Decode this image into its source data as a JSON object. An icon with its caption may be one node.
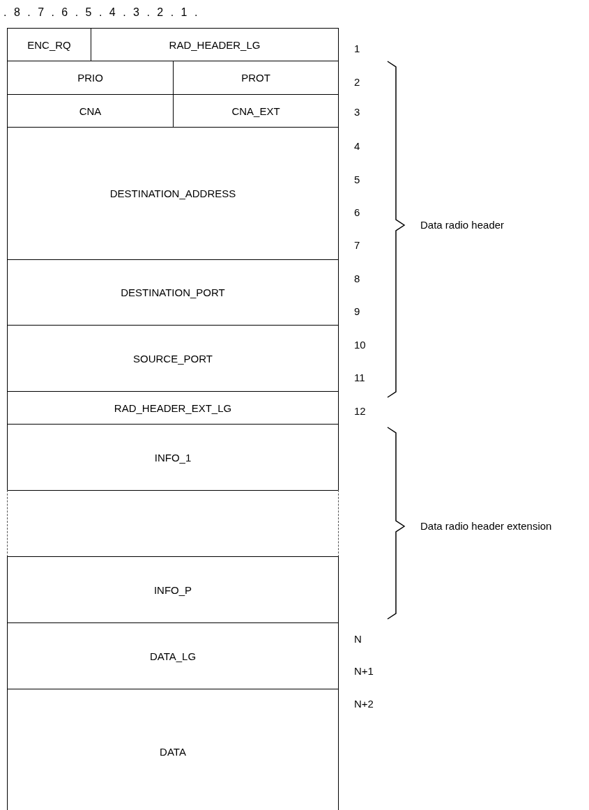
{
  "diagram": {
    "nodes": [
      {
        "text": [
          "ENC_RQ"
        ]
      },
      {
        "text": [
          "RAD_HEADER_LG"
        ]
      },
      {
        "text": [
          "PRIO"
        ]
      },
      {
        "text": [
          "PROT"
        ]
      },
      {
        "text": [
          "CNA"
        ]
      },
      {
        "text": [
          "CNA_EXT"
        ]
      },
      {
        "text": [
          "DESTINATION_ADDRESS"
        ]
      },
      {
        "text": [
          "DESTINATION_PORT"
        ]
      },
      {
        "text": [
          "SOURCE_PORT"
        ]
      },
      {
        "text": [
          "RAD_HEADER_EXT_LG"
        ]
      },
      {
        "text": [
          "INFO_1"
        ]
      },
      {
        "text": [],
        "shape": "box"
      },
      {
        "text": [
          "INFO_P"
        ]
      },
      {
        "text": [
          "DATA_LG"
        ]
      },
      {
        "text": [
          "DATA"
        ]
      }
    ],
    "labels": [
      ". 8 . 7 . 6 . 5 . 4 . 3 . 2 . 1 .",
      "1",
      "2",
      "3",
      "4",
      "5",
      "6",
      "Data radio header",
      "7",
      "8",
      "9",
      "10",
      "11",
      "12",
      "Data radio header extension",
      "N",
      "N+1",
      "N+2"
    ]
  }
}
